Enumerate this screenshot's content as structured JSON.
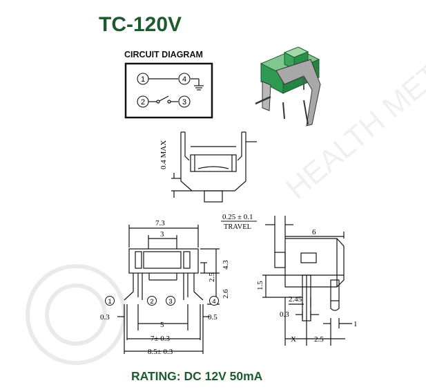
{
  "title": "TC-120V",
  "rating": "RATING: DC 12V 50mA",
  "colors": {
    "brand_green": "#1f5a2f",
    "component_green": "#2f9a52",
    "line": "#111111"
  },
  "circuit": {
    "heading": "CIRCUIT DIAGRAM",
    "pins": [
      "1",
      "4",
      "2",
      "3"
    ]
  },
  "side_view": {
    "max_label": "0.4 MAX"
  },
  "front_view": {
    "dims": [
      "7.3",
      "3",
      "4.3",
      "2.5",
      "2.6",
      "5",
      "0.3",
      "0.5",
      "7± 0.3",
      "8.5± 0.3"
    ],
    "pins": [
      "1",
      "2",
      "3",
      "4"
    ]
  },
  "right_view": {
    "travel_value": "0.25 ± 0.1",
    "travel_label": "TRAVEL",
    "dims": [
      "6",
      "1.5",
      "2.45",
      "0.3",
      "1",
      "X",
      "2.5"
    ]
  },
  "watermark": "HEALTH METAL"
}
